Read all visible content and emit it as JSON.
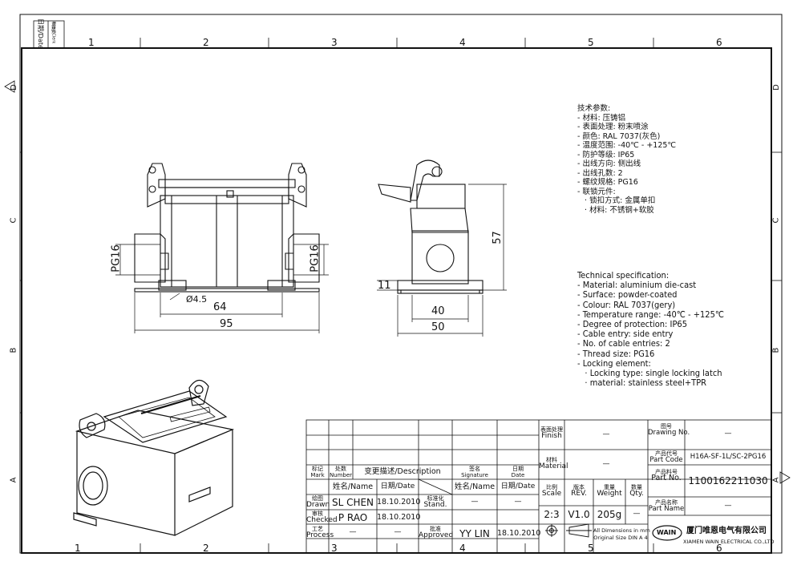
{
  "frame": {
    "top_columns": [
      "1",
      "2",
      "3",
      "4",
      "5",
      "6"
    ],
    "bottom_columns": [
      "1",
      "2",
      "3",
      "4",
      "5",
      "6"
    ],
    "left_rows": [
      "D",
      "C",
      "B",
      "A"
    ],
    "right_rows": [
      "D",
      "C",
      "B",
      "A"
    ],
    "stamp_col1": "日期/Date",
    "stamp_col2_line1": "档案员",
    "stamp_col2_line2": "Filing Clerk"
  },
  "dimensions": {
    "pg16_left": "PG16",
    "pg16_right": "PG16",
    "hole": "Ø4.5",
    "d64": "64",
    "d95": "95",
    "d57": "57",
    "d11": "11",
    "d40": "40",
    "d50": "50"
  },
  "tech_cn": {
    "title": "技术参数:",
    "items": [
      "- 材料: 压铸铝",
      "- 表面处理: 粉末喷涂",
      "- 颜色: RAL 7037(灰色)",
      "- 温度范围: -40℃ - +125℃",
      "- 防护等级: IP65",
      "- 出线方向: 侧出线",
      "- 出线孔数: 2",
      "- 螺纹规格: PG16",
      "- 联锁元件:",
      "   · 锁扣方式: 金属单扣",
      "   · 材料: 不锈钢+软胶"
    ]
  },
  "tech_en": {
    "title": "Technical specification:",
    "items": [
      "- Material: aluminium die-cast",
      "- Surface: powder-coated",
      "- Colour: RAL 7037(gery)",
      "- Temperature range: -40℃ - +125℃",
      "- Degree of protection: IP65",
      "- Cable entry: side entry",
      "- No. of cable entries: 2",
      "- Thread size: PG16",
      "- Locking element:",
      "   · Locking type: single locking latch",
      "   · material: stainless steel+TPR"
    ]
  },
  "title_block": {
    "mark_cn": "标记",
    "mark_en": "Mark",
    "number_cn": "处数",
    "number_en": "Number",
    "desc": "变更描述/Description",
    "sig_cn": "签名",
    "sig_en": "Signature",
    "date_cn": "日期",
    "date_en": "Date",
    "name_hdr": "姓名/Name",
    "date_hdr": "日期/Date",
    "drawn_cn": "绘图",
    "drawn_en": "Drawn",
    "drawn_name": "SL CHEN",
    "drawn_date": "18.10.2010",
    "stand_cn": "标准化",
    "stand_en": "Stand.",
    "stand_name": "—",
    "stand_date": "—",
    "checked_cn": "审核",
    "checked_en": "Checked",
    "checked_name": "P RAO",
    "checked_date": "18.10.2010",
    "process_cn": "工艺",
    "process_en": "Process",
    "process_name": "—",
    "process_date": "—",
    "approved_cn": "批准",
    "approved_en": "Approved",
    "approved_name": "YY LIN",
    "approved_date": "18.10.2010",
    "finish_cn": "表面处理",
    "finish_en": "Finish",
    "finish_val": "—",
    "material_cn": "材料",
    "material_en": "Material",
    "material_val": "—",
    "scale_cn": "比例",
    "scale_en": "Scale",
    "scale_val": "2:3",
    "rev_cn": "版本",
    "rev_en": "REV.",
    "rev_val": "V1.0",
    "weight_cn": "重量",
    "weight_en": "Weight",
    "weight_val": "205g",
    "qty_cn": "数量",
    "qty_en": "Qty.",
    "qty_val": "—",
    "dims_note1": "All Dimensions in mm",
    "dims_note2": "Original Size DIN A 4",
    "drawing_no_cn": "图号",
    "drawing_no_en": "Drawing No.",
    "drawing_no_val": "—",
    "part_code_cn": "产品代号",
    "part_code_en": "Part Code",
    "part_code_val": "H16A-SF-1L/SC-2PG16",
    "part_no_cn": "产品料号",
    "part_no_en": "Part No.",
    "part_no_val": "1100162211030",
    "part_name_cn": "产品名称",
    "part_name_en": "Part Name",
    "part_name_val": "—",
    "logo": "WAIN",
    "company_cn": "厦门唯恩电气有限公司",
    "company_en": "XIAMEN WAIN ELECTRICAL CO.,LTD"
  }
}
